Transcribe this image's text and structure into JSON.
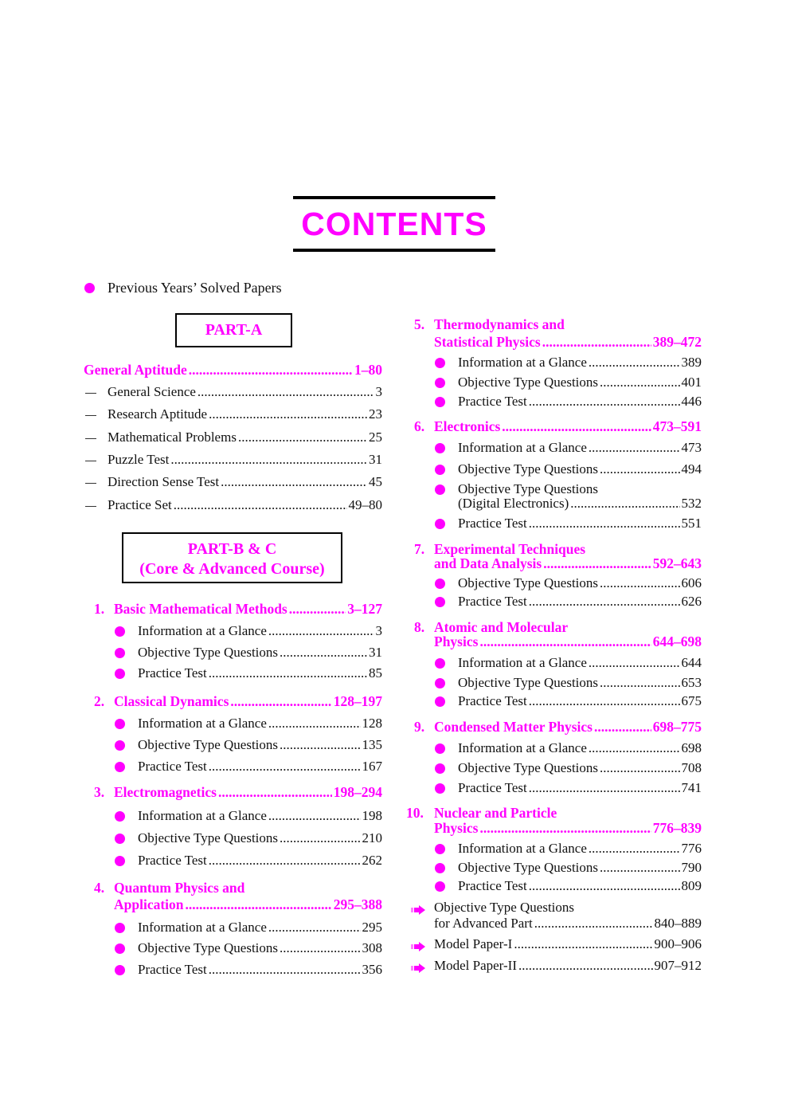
{
  "title": "CONTENTS",
  "previous": "Previous Years’ Solved Papers",
  "part_a": {
    "label": "PART-A",
    "heading": {
      "title": "General Aptitude",
      "pages": "1–80"
    },
    "items": [
      {
        "label": "General Science",
        "page": "3"
      },
      {
        "label": "Research Aptitude",
        "page": "23"
      },
      {
        "label": "Mathematical Problems",
        "page": "25"
      },
      {
        "label": "Puzzle Test",
        "page": "31"
      },
      {
        "label": "Direction Sense Test",
        "page": "45"
      },
      {
        "label": "Practice Set",
        "page": "49–80"
      }
    ]
  },
  "part_bc": {
    "line1": "PART-B & C",
    "line2": "(Core & Advanced Course)"
  },
  "chapters": [
    {
      "number": "1.",
      "title_lines": [
        "Basic Mathematical Methods"
      ],
      "pages": "3–127",
      "items": [
        {
          "lines": [
            "Information at a Glance"
          ],
          "page": "3"
        },
        {
          "lines": [
            "Objective Type Questions"
          ],
          "page": "31"
        },
        {
          "lines": [
            "Practice Test"
          ],
          "page": "85"
        }
      ]
    },
    {
      "number": "2.",
      "title_lines": [
        "Classical Dynamics"
      ],
      "pages": "128–197",
      "items": [
        {
          "lines": [
            "Information at a Glance"
          ],
          "page": "128"
        },
        {
          "lines": [
            "Objective Type Questions"
          ],
          "page": "135"
        },
        {
          "lines": [
            "Practice Test"
          ],
          "page": "167"
        }
      ]
    },
    {
      "number": "3.",
      "title_lines": [
        "Electromagnetics"
      ],
      "pages": "198–294",
      "items": [
        {
          "lines": [
            "Information at a Glance"
          ],
          "page": "198"
        },
        {
          "lines": [
            "Objective Type Questions"
          ],
          "page": "210"
        },
        {
          "lines": [
            "Practice Test"
          ],
          "page": "262"
        }
      ]
    },
    {
      "number": "4.",
      "title_lines": [
        "Quantum Physics and",
        "Application"
      ],
      "pages": "295–388",
      "items": [
        {
          "lines": [
            "Information at a Glance"
          ],
          "page": "295"
        },
        {
          "lines": [
            "Objective Type Questions"
          ],
          "page": "308"
        },
        {
          "lines": [
            "Practice Test"
          ],
          "page": "356"
        }
      ]
    },
    {
      "number": "5.",
      "title_lines": [
        "Thermodynamics and",
        "Statistical Physics"
      ],
      "pages": "389–472",
      "items": [
        {
          "lines": [
            "Information at a Glance"
          ],
          "page": "389"
        },
        {
          "lines": [
            "Objective Type Questions"
          ],
          "page": "401"
        },
        {
          "lines": [
            "Practice Test"
          ],
          "page": "446"
        }
      ]
    },
    {
      "number": "6.",
      "title_lines": [
        "Electronics"
      ],
      "pages": "473–591",
      "items": [
        {
          "lines": [
            "Information at a Glance"
          ],
          "page": "473"
        },
        {
          "lines": [
            "Objective Type Questions"
          ],
          "page": "494"
        },
        {
          "lines": [
            "Objective Type Questions",
            "(Digital Electronics)"
          ],
          "page": "532"
        },
        {
          "lines": [
            "Practice Test"
          ],
          "page": "551"
        }
      ]
    },
    {
      "number": "7.",
      "title_lines": [
        "Experimental Techniques",
        "and Data Analysis"
      ],
      "pages": "592–643",
      "items": [
        {
          "lines": [
            "Objective Type Questions"
          ],
          "page": "606"
        },
        {
          "lines": [
            "Practice Test"
          ],
          "page": "626"
        }
      ]
    },
    {
      "number": "8.",
      "title_lines": [
        "Atomic and Molecular",
        "Physics"
      ],
      "pages": "644–698",
      "items": [
        {
          "lines": [
            "Information at a Glance"
          ],
          "page": "644"
        },
        {
          "lines": [
            "Objective Type Questions"
          ],
          "page": "653"
        },
        {
          "lines": [
            "Practice Test"
          ],
          "page": "675"
        }
      ]
    },
    {
      "number": "9.",
      "title_lines": [
        "Condensed Matter Physics"
      ],
      "pages": "698–775",
      "items": [
        {
          "lines": [
            "Information at a Glance"
          ],
          "page": "698"
        },
        {
          "lines": [
            "Objective Type Questions"
          ],
          "page": "708"
        },
        {
          "lines": [
            "Practice Test"
          ],
          "page": "741"
        }
      ]
    },
    {
      "number": "10.",
      "title_lines": [
        "Nuclear  and Particle",
        "Physics"
      ],
      "pages": "776–839",
      "items": [
        {
          "lines": [
            "Information at a Glance"
          ],
          "page": "776"
        },
        {
          "lines": [
            "Objective Type Questions"
          ],
          "page": "790"
        },
        {
          "lines": [
            "Practice Test"
          ],
          "page": "809"
        }
      ]
    }
  ],
  "extras": [
    {
      "lines": [
        "Objective Type Questions",
        "for Advanced Part"
      ],
      "pages": "840–889"
    },
    {
      "lines": [
        "Model  Paper-I"
      ],
      "pages": "900–906"
    },
    {
      "lines": [
        "Model  Paper-II"
      ],
      "pages": "907–912"
    }
  ],
  "icons": {
    "bullet": "filled-circle",
    "dash": "em-dash",
    "extra": "right-arrow"
  },
  "colors": {
    "accent": "#ff00ff",
    "text": "#111111",
    "rule": "#000000"
  }
}
